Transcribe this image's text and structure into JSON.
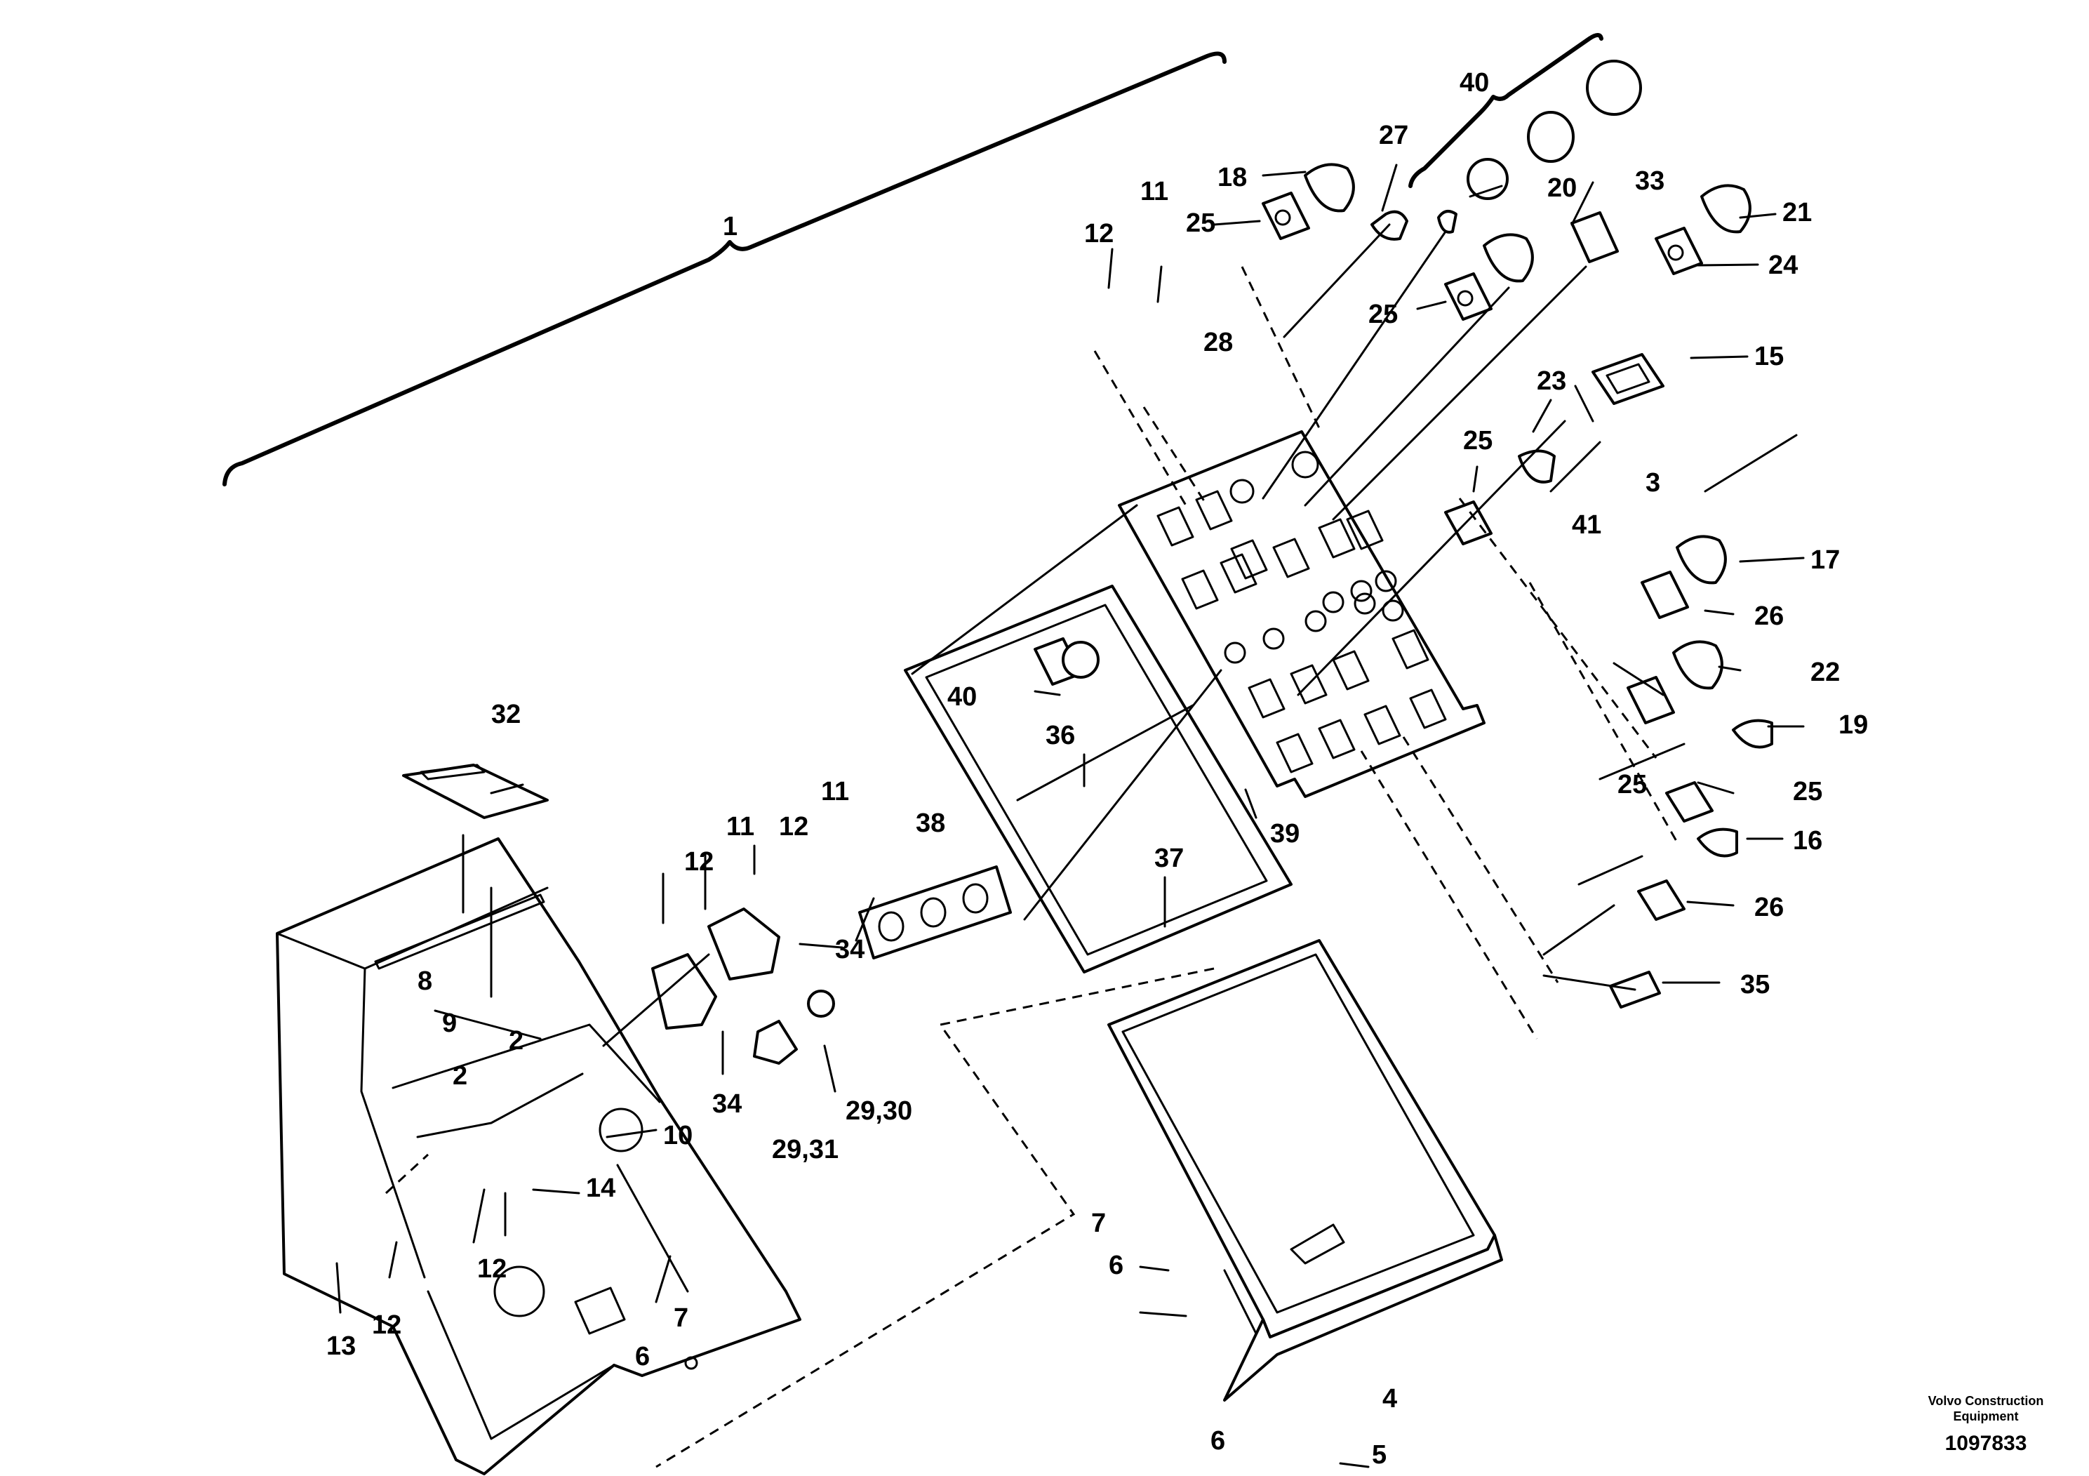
{
  "callouts": [
    {
      "text": "1"
    },
    {
      "text": "40"
    },
    {
      "text": "27"
    },
    {
      "text": "18"
    },
    {
      "text": "11"
    },
    {
      "text": "12"
    },
    {
      "text": "25"
    },
    {
      "text": "20"
    },
    {
      "text": "33"
    },
    {
      "text": "21"
    },
    {
      "text": "24"
    },
    {
      "text": "25"
    },
    {
      "text": "28"
    },
    {
      "text": "15"
    },
    {
      "text": "23"
    },
    {
      "text": "25"
    },
    {
      "text": "3"
    },
    {
      "text": "41"
    },
    {
      "text": "17"
    },
    {
      "text": "26"
    },
    {
      "text": "22"
    },
    {
      "text": "40"
    },
    {
      "text": "36"
    },
    {
      "text": "39"
    },
    {
      "text": "19"
    },
    {
      "text": "25"
    },
    {
      "text": "25"
    },
    {
      "text": "16"
    },
    {
      "text": "26"
    },
    {
      "text": "32"
    },
    {
      "text": "38"
    },
    {
      "text": "37"
    },
    {
      "text": "11"
    },
    {
      "text": "12"
    },
    {
      "text": "11"
    },
    {
      "text": "12"
    },
    {
      "text": "34"
    },
    {
      "text": "35"
    },
    {
      "text": "8"
    },
    {
      "text": "9"
    },
    {
      "text": "2"
    },
    {
      "text": "2"
    },
    {
      "text": "10"
    },
    {
      "text": "34"
    },
    {
      "text": "29,30"
    },
    {
      "text": "29,31"
    },
    {
      "text": "14"
    },
    {
      "text": "7"
    },
    {
      "text": "6"
    },
    {
      "text": "12"
    },
    {
      "text": "13"
    },
    {
      "text": "12"
    },
    {
      "text": "6"
    },
    {
      "text": "7"
    },
    {
      "text": "4"
    },
    {
      "text": "6"
    },
    {
      "text": "5"
    }
  ],
  "credit": {
    "company": "Volvo Construction Equipment",
    "drawing_number": "1097833"
  }
}
